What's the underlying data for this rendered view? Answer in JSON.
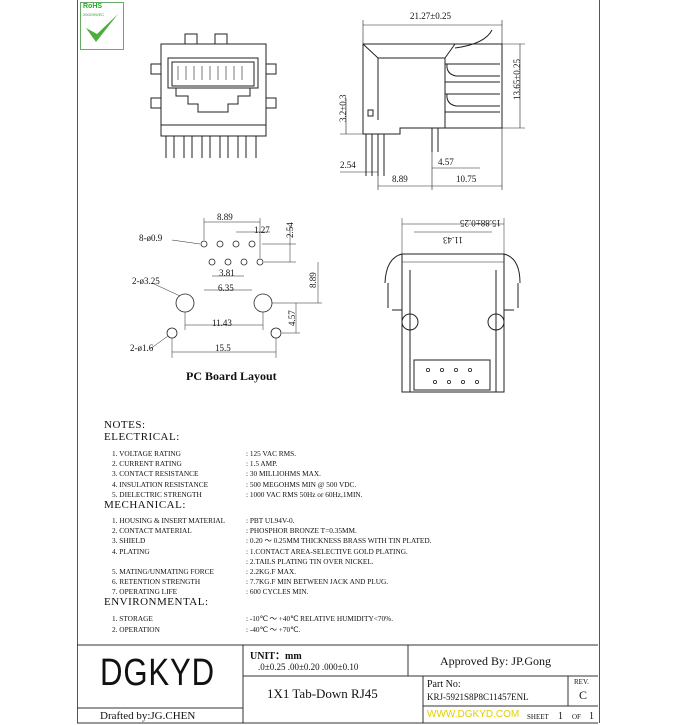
{
  "rohs": {
    "title": "RoHS",
    "sub": "2002/95/EC"
  },
  "dims": {
    "top_width": "21.27±0.25",
    "height": "13.65±0.25",
    "tab_height": "3.2±0.3",
    "pin_offset": "2.54",
    "pin_span": "4.57",
    "bottom_a": "8.89",
    "bottom_b": "10.75",
    "back_width": "15.88±0.25",
    "back_inner": "11.43"
  },
  "pcb": {
    "title": "PC Board Layout",
    "d889": "8.89",
    "d127": "1.27",
    "d254": "2.54",
    "holes8": "8-ø0.9",
    "holes2a": "2-ø3.25",
    "d381": "3.81",
    "d635": "6.35",
    "d889v": "8.89",
    "d1143": "11.43",
    "d457": "4.57",
    "holes2b": "2-ø1.6",
    "d155": "15.5"
  },
  "notes": {
    "title": "NOTES:",
    "electrical": "ELECTRICAL:",
    "elec_items": [
      {
        "k": "1.  VOLTAGE RATING",
        "v": ": 125 VAC RMS."
      },
      {
        "k": "2.  CURRENT RATING",
        "v": ": 1.5 AMP."
      },
      {
        "k": "3.  CONTACT RESISTANCE",
        "v": ": 30 MILLIOHMS MAX."
      },
      {
        "k": "4.  INSULATION RESISTANCE",
        "v": ": 500 MEGOHMS MIN @ 500 VDC."
      },
      {
        "k": "5.  DIELECTRIC STRENGTH",
        "v": ": 1000 VAC RMS 50Hz or 60Hz,1MIN."
      }
    ],
    "mechanical": "MECHANICAL:",
    "mech_items": [
      {
        "k": "1.  HOUSING & INSERT MATERIAL",
        "v": ": PBT UL94V-0."
      },
      {
        "k": "2.  CONTACT MATERIAL",
        "v": ": PHOSPHOR BRONZE T=0.35MM."
      },
      {
        "k": "3.  SHIELD",
        "v": ": 0.20 ～ 0.25MM THICKNESS BRASS WITH TIN PLATED."
      },
      {
        "k": "4.  PLATING",
        "v": ": 1.CONTACT AREA-SELECTIVE GOLD PLATING."
      },
      {
        "k": "",
        "v": ": 2.TAILS PLATING TIN OVER NICKEL."
      },
      {
        "k": "5.  MATING/UNMATING FORCE",
        "v": ": 2.2KG.F MAX."
      },
      {
        "k": "6.  RETENTION STRENGTH",
        "v": ": 7.7KG.F MIN BETWEEN JACK AND PLUG."
      },
      {
        "k": "7.  OPERATING LIFE",
        "v": ": 600 CYCLES MIN."
      }
    ],
    "environmental": "ENVIRONMENTAL:",
    "env_items": [
      {
        "k": "1.  STORAGE",
        "v": ": -10℃ ～ +40℃ RELATIVE HUMIDITY<70%."
      },
      {
        "k": "2.  OPERATION",
        "v": ": -40℃ ～ +70℃."
      }
    ]
  },
  "title_block": {
    "company": "DGKYD",
    "unit": "UNIT：mm",
    "tolerances": ".0±0.25  .00±0.20  .000±0.10",
    "approved": "Approved By: JP.Gong",
    "description": "1X1 Tab-Down RJ45",
    "part_no_label": "Part No:",
    "part_no": "KRJ-5921S8P8C11457ENL",
    "rev_label": "REV.",
    "rev": "C",
    "drafted": "Drafted by:JG.CHEN",
    "website": "WWW.DGKYD.COM",
    "sheet_label": "SHEET",
    "sheet": "1",
    "of_label": "OF",
    "sheet_total": "1"
  }
}
